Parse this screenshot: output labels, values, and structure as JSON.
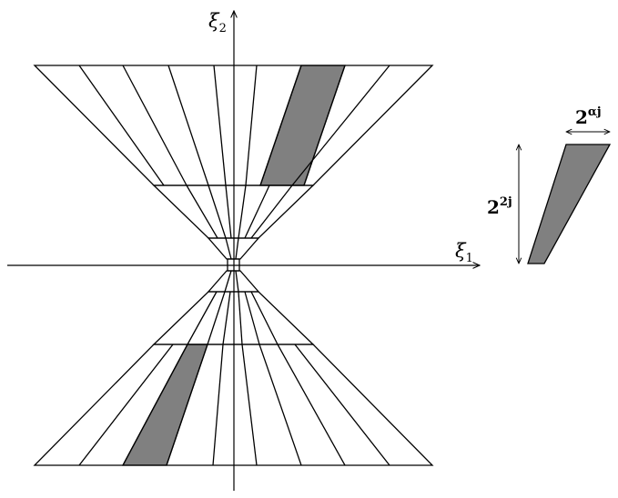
{
  "axes": {
    "horizontal": {
      "symbol": "ξ",
      "subscript": "1"
    },
    "vertical": {
      "symbol": "ξ",
      "subscript": "2"
    }
  },
  "wedge_detail": {
    "height_label": {
      "base": "2",
      "exponent": "2j"
    },
    "width_label": {
      "base": "2",
      "exponent": "αj"
    }
  },
  "colors": {
    "line": "#000000",
    "shaded_wedge": "#808080",
    "background": "#ffffff"
  }
}
